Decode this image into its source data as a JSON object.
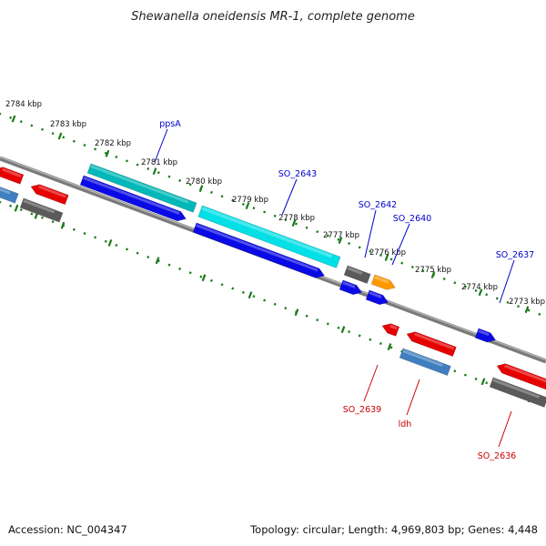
{
  "title": "Shewanella oneidensis MR-1, complete genome",
  "footer": {
    "accession": "Accession: NC_004347",
    "summary": "Topology: circular; Length: 4,969,803 bp; Genes: 4,448"
  },
  "colors": {
    "backbone": "#7a7a7a",
    "tick": "#1a7a1a",
    "forward_label": "#0000cc",
    "reverse_label": "#cc0000",
    "gene_red": "#e60000",
    "gene_blue": "#0a0ae6",
    "gene_cyan": "#00e0e6",
    "gene_teal": "#00b8b8",
    "gene_gray": "#5a5a5a",
    "gene_steel": "#3f7fbf",
    "gene_orange": "#ff9900"
  },
  "kbp_labels": [
    "2784 kbp",
    "2783 kbp",
    "2782 kbp",
    "2781 kbp",
    "2780 kbp",
    "2779 kbp",
    "2778 kbp",
    "2777 kbp",
    "2776 kbp",
    "2775 kbp",
    "2774 kbp",
    "2773 kbp"
  ],
  "forward_labels": [
    "ppsA",
    "SO_2643",
    "SO_2642",
    "SO_2640",
    "SO_2637"
  ],
  "reverse_labels": [
    "SO_2639",
    "ldh",
    "SO_2636"
  ]
}
